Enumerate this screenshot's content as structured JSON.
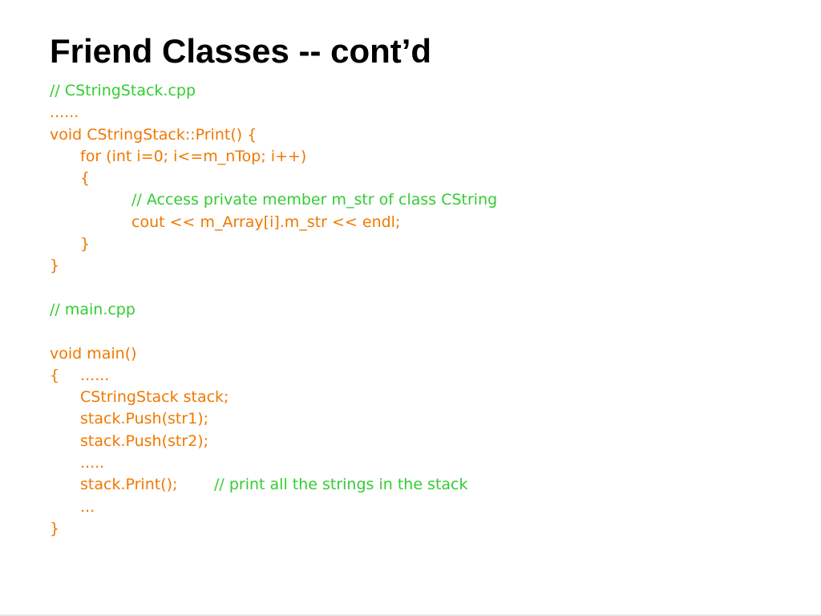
{
  "slide": {
    "title": "Friend Classes -- cont’d"
  },
  "code": {
    "l1": "// CStringStack.cpp",
    "l2": "......",
    "l3": "void CStringStack::Print() {",
    "l4": "for (int i=0; i<=m_nTop; i++)",
    "l5": "{",
    "l6": "// Access private member m_str of class CString",
    "l7": "cout << m_Array[i].m_str << endl;",
    "l8": "}",
    "l9": "}",
    "l11": "// main.cpp",
    "l13": "void main()",
    "l14_brace": "{",
    "l14_text": "......",
    "l15": "CStringStack stack;",
    "l16": "stack.Push(str1);",
    "l17": "stack.Push(str2);",
    "l18": ".....",
    "l19_code": "stack.Print();",
    "l19_comment": "// print all the strings in the stack",
    "l20": "...",
    "l21": "}"
  },
  "colors": {
    "code": "#f07800",
    "comment": "#33cc33",
    "title": "#000000"
  }
}
